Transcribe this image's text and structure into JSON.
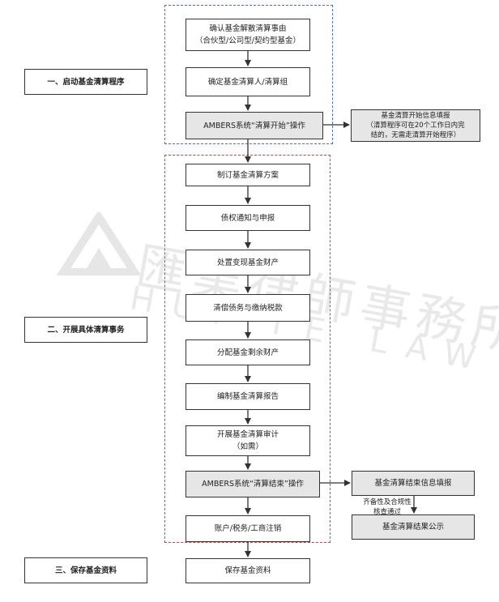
{
  "watermark": {
    "cn": "匯業律師事務所",
    "en": "HUI YE LAW FIRM"
  },
  "stages": {
    "s1": "一、启动基金清算程序",
    "s2": "二、开展具体清算事务",
    "s3": "三、保存基金资料"
  },
  "steps": {
    "confirm_reason": "确认基金解散清算事由\n（合伙型/公司型/契约型基金）",
    "confirm_liquidator": "确定基金清算人/清算组",
    "ambers_start": "AMBERS系统“清算开始”操作",
    "plan": "制订基金清算方案",
    "creditor_notice": "债权通知与申报",
    "dispose_assets": "处置变现基金财产",
    "pay_debts": "清偿债务与缴纳税款",
    "distribute": "分配基金剩余财产",
    "report": "编制基金清算报告",
    "audit": "开展基金清算审计\n（如需）",
    "ambers_end": "AMBERS系统“清算结束”操作",
    "cancel_accounts": "账户/税务/工商注销",
    "save_docs": "保存基金资料"
  },
  "side": {
    "start_report": "基金清算开始信息填报\n（清算程序可在20个工作日内完\n结的，无需走清算开始程序）",
    "end_report": "基金清算结束信息填报",
    "check_note": "齐备性及合规性\n核查通过",
    "announce": "基金清算结果公示"
  }
}
